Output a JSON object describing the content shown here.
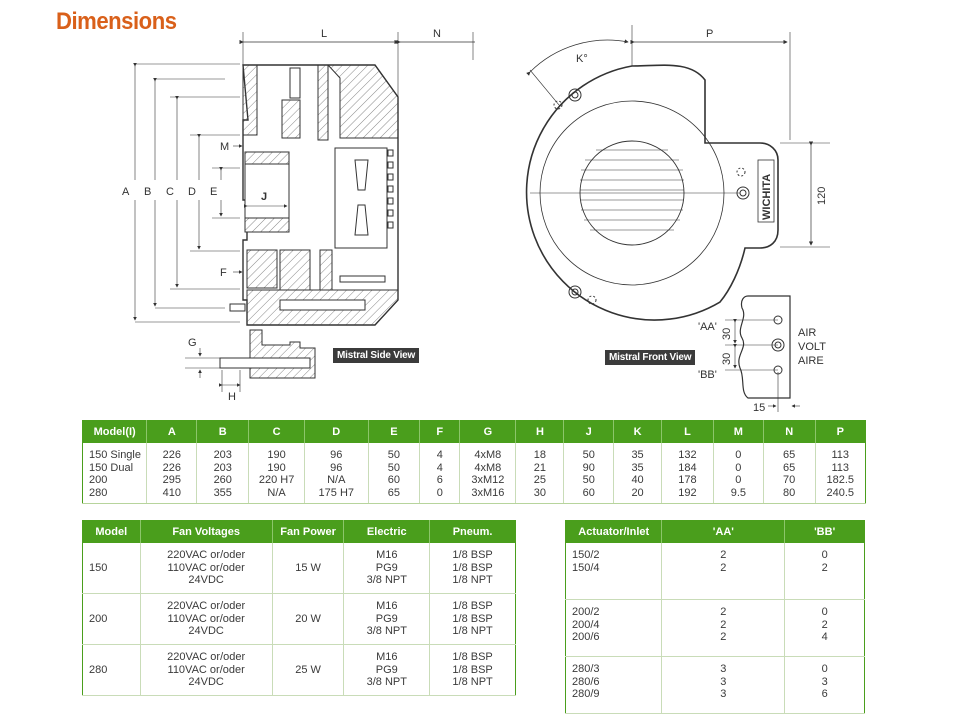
{
  "page": {
    "title": "Dimensions"
  },
  "side_view": {
    "caption": "Mistral Side View",
    "labels": {
      "A": "A",
      "B": "B",
      "C": "C",
      "D": "D",
      "E": "E",
      "F": "F",
      "G": "G",
      "H": "H",
      "J": "J",
      "L": "L",
      "M": "M",
      "N": "N"
    }
  },
  "front_view": {
    "caption": "Mistral Front View",
    "labels": {
      "P": "P",
      "K": "K°",
      "height": "120",
      "brand": "WICHITA",
      "aa": "'AA'",
      "bb": "'BB'",
      "d30a": "30",
      "d30b": "30",
      "d15": "15",
      "air": "AIR",
      "volt": "VOLT",
      "aire": "AIRE"
    }
  },
  "dimensions_table": {
    "headers": [
      "Model(I)",
      "A",
      "B",
      "C",
      "D",
      "E",
      "F",
      "G",
      "H",
      "J",
      "K",
      "L",
      "M",
      "N",
      "P"
    ],
    "rows": [
      [
        "150 Single",
        "226",
        "203",
        "190",
        "96",
        "50",
        "4",
        "4xM8",
        "18",
        "50",
        "35",
        "132",
        "0",
        "65",
        "113"
      ],
      [
        "150 Dual",
        "226",
        "203",
        "190",
        "96",
        "50",
        "4",
        "4xM8",
        "21",
        "90",
        "35",
        "184",
        "0",
        "65",
        "113"
      ],
      [
        "200",
        "295",
        "260",
        "220 H7",
        "N/A",
        "60",
        "6",
        "3xM12",
        "25",
        "50",
        "40",
        "178",
        "0",
        "70",
        "182.5"
      ],
      [
        "280",
        "410",
        "355",
        "N/A",
        "175 H7",
        "65",
        "0",
        "3xM16",
        "30",
        "60",
        "20",
        "192",
        "9.5",
        "80",
        "240.5"
      ]
    ]
  },
  "fan_table": {
    "headers": [
      "Model",
      "Fan Voltages",
      "Fan Power",
      "Electric",
      "Pneum."
    ],
    "rows": [
      {
        "model": "150",
        "voltages": [
          "220VAC or/oder",
          "110VAC or/oder",
          "24VDC"
        ],
        "power": "15 W",
        "electric": [
          "M16",
          "PG9",
          "3/8 NPT"
        ],
        "pneum": [
          "1/8 BSP",
          "1/8 BSP",
          "1/8 NPT"
        ]
      },
      {
        "model": "200",
        "voltages": [
          "220VAC or/oder",
          "110VAC or/oder",
          "24VDC"
        ],
        "power": "20 W",
        "electric": [
          "M16",
          "PG9",
          "3/8 NPT"
        ],
        "pneum": [
          "1/8 BSP",
          "1/8 BSP",
          "1/8 NPT"
        ]
      },
      {
        "model": "280",
        "voltages": [
          "220VAC or/oder",
          "110VAC or/oder",
          "24VDC"
        ],
        "power": "25 W",
        "electric": [
          "M16",
          "PG9",
          "3/8 NPT"
        ],
        "pneum": [
          "1/8 BSP",
          "1/8 BSP",
          "1/8 NPT"
        ]
      }
    ]
  },
  "inlet_table": {
    "headers": [
      "Actuator/Inlet",
      "'AA'",
      "'BB'"
    ],
    "rows": [
      {
        "models": [
          "150/2",
          "150/4"
        ],
        "aa": [
          "2",
          "2"
        ],
        "bb": [
          "0",
          "2"
        ]
      },
      {
        "models": [
          "200/2",
          "200/4",
          "200/6"
        ],
        "aa": [
          "2",
          "2",
          "2"
        ],
        "bb": [
          "0",
          "2",
          "4"
        ]
      },
      {
        "models": [
          "280/3",
          "280/6",
          "280/9"
        ],
        "aa": [
          "3",
          "3",
          "3"
        ],
        "bb": [
          "0",
          "3",
          "6"
        ]
      }
    ]
  },
  "colors": {
    "accent": "#4a9e1c",
    "title": "#d9601a",
    "caption_bg": "#3b3b3b"
  }
}
